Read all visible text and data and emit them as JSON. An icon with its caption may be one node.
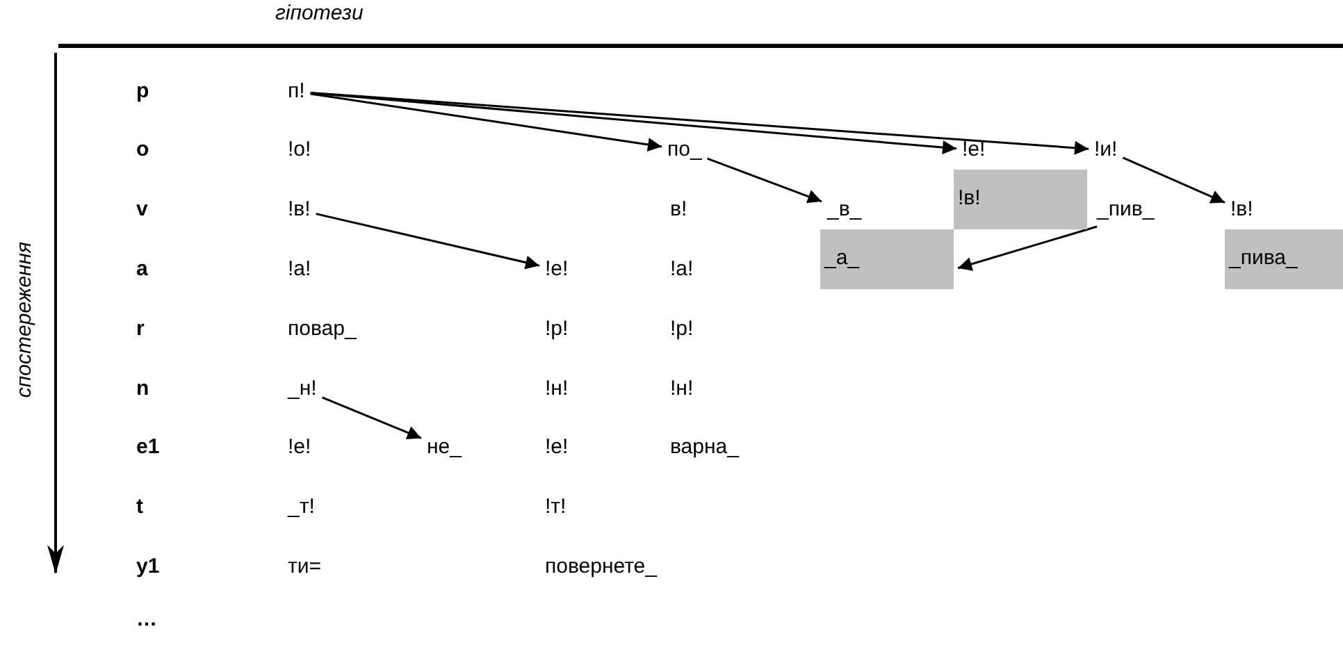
{
  "diagram": {
    "nodes": [
      {
        "text": [
          "п!"
        ]
      },
      {
        "text": [
          "по_"
        ]
      },
      {
        "text": [
          "!е!"
        ]
      },
      {
        "text": [
          "!и!"
        ]
      },
      {
        "text": [
          "!в!"
        ]
      },
      {
        "text": [
          "_в_"
        ]
      },
      {
        "text": [
          "!в!"
        ]
      },
      {
        "text": [
          "_пив_"
        ]
      },
      {
        "text": [
          "!в!"
        ]
      },
      {
        "text": [
          "!е!"
        ]
      },
      {
        "text": [
          "_а_"
        ]
      },
      {
        "text": [
          "_пива_"
        ]
      },
      {
        "text": [
          "_н!"
        ]
      },
      {
        "text": [
          "не_"
        ]
      }
    ],
    "edges": [
      {
        "from": 0,
        "to": 1,
        "arrow": "to"
      },
      {
        "from": 0,
        "to": 2,
        "arrow": "to"
      },
      {
        "from": 0,
        "to": 3,
        "arrow": "to"
      },
      {
        "from": 1,
        "to": 5,
        "arrow": "to"
      },
      {
        "from": 3,
        "to": 8,
        "arrow": "to"
      },
      {
        "from": 4,
        "to": 9,
        "arrow": "to"
      },
      {
        "from": 7,
        "to": 10,
        "arrow": "to"
      },
      {
        "from": 12,
        "to": 13,
        "arrow": "to"
      }
    ],
    "labels": [
      "гіпотези",
      "спостереження",
      "p",
      "o",
      "!о!",
      "v",
      "в!",
      "a",
      "!а!",
      "!а!",
      "r",
      "повар_",
      "!р!",
      "!р!",
      "n",
      "!н!",
      "!н!",
      "e1",
      "!е!",
      "!е!",
      "варна_",
      "t",
      "_т!",
      "!т!",
      "y1",
      "ти=",
      "повернете_",
      "…"
    ]
  }
}
